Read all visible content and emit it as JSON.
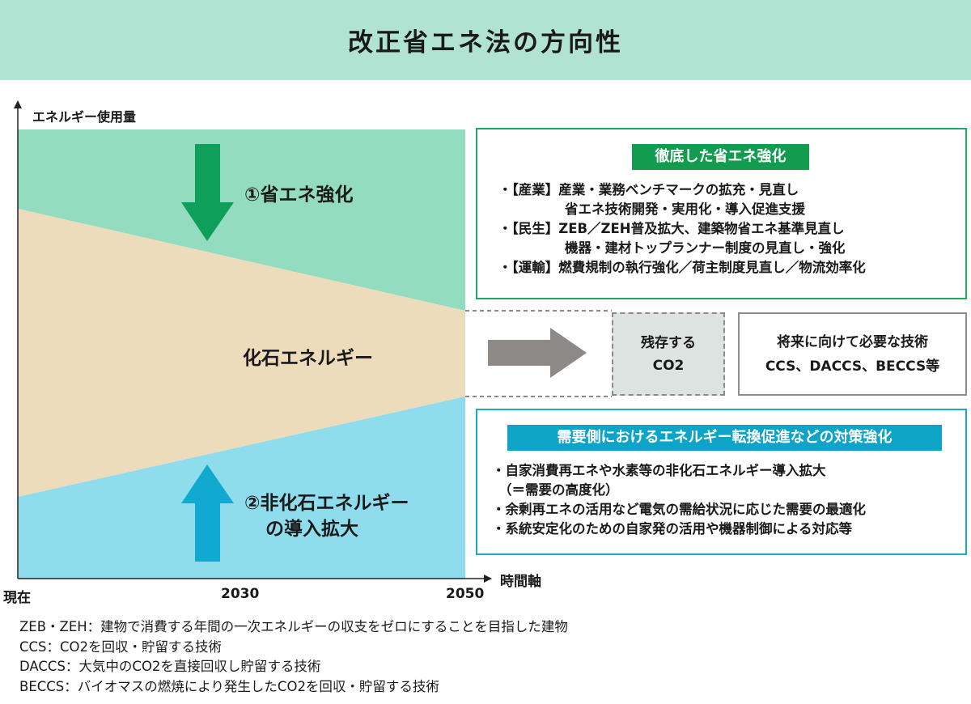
{
  "title": "改正省エネ法の方向性",
  "axes": {
    "y_label": "エネルギー使用量",
    "x_label": "時間軸",
    "ticks": [
      "現在",
      "2030",
      "2050"
    ]
  },
  "regions": {
    "top_label": "①省エネ強化",
    "middle_label": "化石エネルギー",
    "bottom_label_line1": "②非化石エネルギー",
    "bottom_label_line2": "の導入拡大"
  },
  "panel_energy_saving": {
    "heading": "徹底した省エネ強化",
    "lines": [
      "・【産業】産業・業務ベンチマークの拡充・見直し",
      "省エネ技術開発・実用化・導入促進支援",
      "・【民生】ZEB／ZEH普及拡大、建築物省エネ基準見直し",
      "機器・建材トップランナー制度の見直し・強化",
      "・【運輸】燃費規制の執行強化／荷主制度見直し／物流効率化"
    ]
  },
  "residual_co2": {
    "line1": "残存する",
    "line2": "CO2"
  },
  "future_tech": {
    "line1": "将来に向けて必要な技術",
    "line2": "CCS、DACCS、BECCS等"
  },
  "panel_demand": {
    "heading": "需要側におけるエネルギー転換促進などの対策強化",
    "lines": [
      "・自家消費再エネや水素等の非化石エネルギー導入拡大",
      "（＝需要の高度化）",
      "・余剰再エネの活用など電気の需給状況に応じた需要の最適化",
      "・系統安定化のための自家発の活用や機器制御による対応等"
    ]
  },
  "notes": [
    "ZEB・ZEH：建物で消費する年間の一次エネルギーの収支をゼロにすることを目指した建物",
    "CCS：CO2を回収・貯留する技術",
    "DACCS：大気中のCO2を直接回収し貯留する技術",
    "BECCS：バイオマスの燃焼により発生したCO2を回収・貯留する技術"
  ],
  "colors": {
    "title_bg": "#b1e3d2",
    "saving_region": "#93dcc0",
    "fossil_region": "#ecdcbc",
    "nonfossil_region": "#8fdcec",
    "green_arrow": "#0ea05a",
    "blue_arrow": "#12a9d0",
    "gray_arrow": "#8d8987"
  }
}
